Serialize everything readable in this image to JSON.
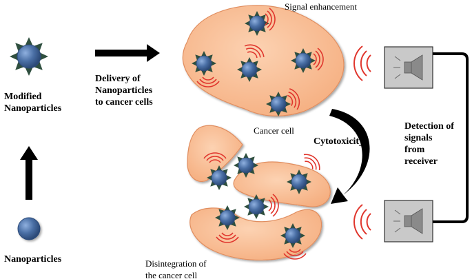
{
  "labels": {
    "modified": "Modified\nNanoparticles",
    "nanoparticles": "Nanoparticles",
    "delivery": "Delivery of\nNanoparticles\nto cancer cells",
    "signal_enhancement": "Signal enhancement",
    "cancer_cell": "Cancer cell",
    "cytotoxicity": "Cytotoxicity",
    "disintegration": "Disintegration of\nthe cancer cell",
    "detection": "Detection of\nsignals\nfrom\nreceiver"
  },
  "colors": {
    "cell_fill": "#f7b98e",
    "cell_stroke": "#e08d5e",
    "particle": "#4a6fa5",
    "spike": "#2f4f3f",
    "signal_wave": "#e0362d",
    "arrow": "#000000",
    "speaker_box": "#c9c9c9"
  },
  "icons": [
    "nanoparticle-icon",
    "modified-nanoparticle-icon",
    "speaker-icon",
    "signal-wave-icon"
  ]
}
